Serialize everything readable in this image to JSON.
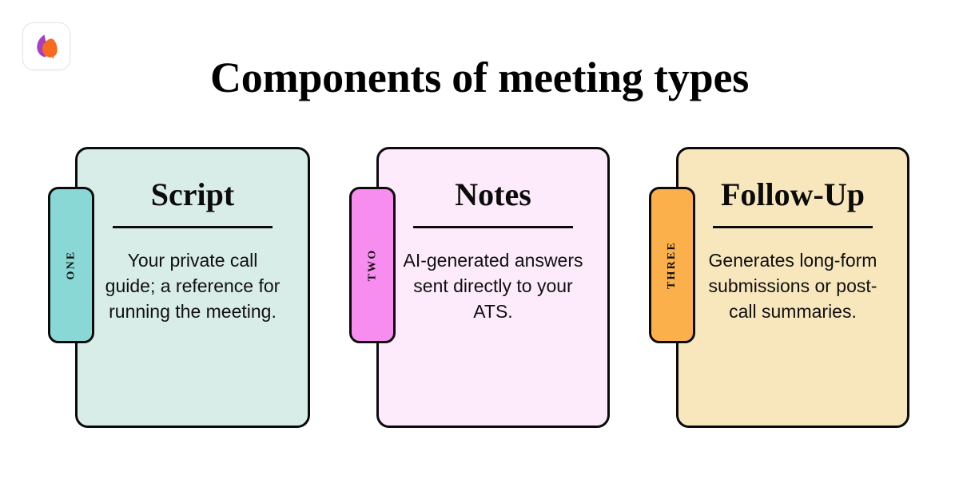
{
  "brand": {
    "logo_icon": "leaf-logo-icon",
    "logo_colors": {
      "purple": "#a93ec1",
      "orange": "#f96a21",
      "badge_border": "#e4e4e6",
      "badge_background": "#ffffff"
    }
  },
  "header": {
    "title": "Components of meeting types"
  },
  "cards": [
    {
      "tab_label": "ONE",
      "heading": "Script",
      "body": "Your private call guide; a reference for running the meeting.",
      "panel_color": "#d8ece8",
      "tab_color": "#8ad8d6",
      "border_color": "#0b0b0b"
    },
    {
      "tab_label": "TWO",
      "heading": "Notes",
      "body": "AI-generated answers sent directly to your ATS.",
      "panel_color": "#fdebfb",
      "tab_color": "#f88df0",
      "border_color": "#0b0b0b"
    },
    {
      "tab_label": "THREE",
      "heading": "Follow-Up",
      "body": "Generates long-form submissions or post-call summaries.",
      "panel_color": "#f8e7bd",
      "tab_color": "#fbb04c",
      "border_color": "#0b0b0b"
    }
  ],
  "canvas": {
    "background": "#ffffff"
  }
}
